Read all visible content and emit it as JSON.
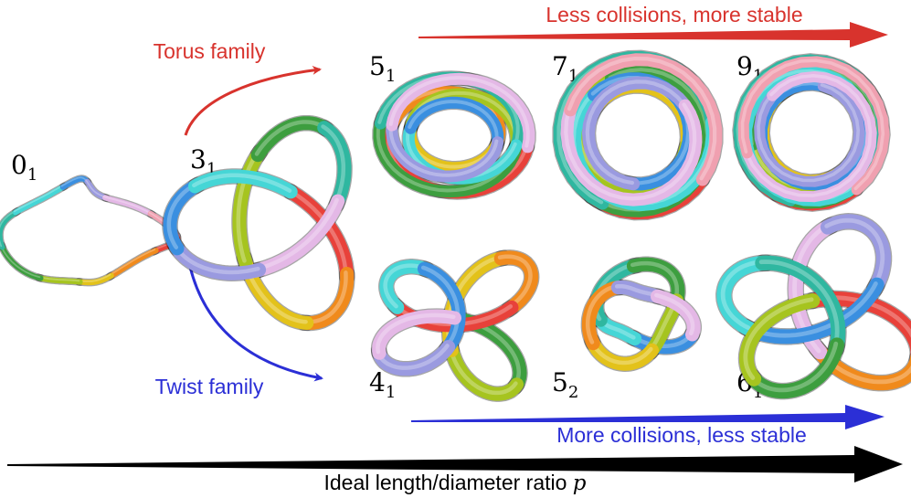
{
  "colors": {
    "torus": "#d8332d",
    "twist": "#2b2fd6",
    "axis": "#000000",
    "strand_palette": [
      "#e8413a",
      "#f08a1c",
      "#e3c21a",
      "#a6c41f",
      "#3d9e3f",
      "#2fb7a0",
      "#45d6d6",
      "#3a8fe0",
      "#9a9ae0",
      "#e4b8e6",
      "#f0a0b0"
    ]
  },
  "labels": {
    "torus_family": "Torus family",
    "twist_family": "Twist family",
    "top_arrow": "Less collisions, more stable",
    "bottom_arrow": "More collisions, less stable",
    "axis_text": "Ideal length/diameter ratio ",
    "axis_symbol": "p"
  },
  "knots": [
    {
      "id": "unknot",
      "main": "0",
      "sub": "1",
      "icon": "unknot-ring"
    },
    {
      "id": "trefoil",
      "main": "3",
      "sub": "1",
      "icon": "trefoil-knot"
    },
    {
      "id": "k5_1",
      "main": "5",
      "sub": "1",
      "icon": "torus-knot"
    },
    {
      "id": "k7_1",
      "main": "7",
      "sub": "1",
      "icon": "torus-knot"
    },
    {
      "id": "k9_1",
      "main": "9",
      "sub": "1",
      "icon": "torus-knot"
    },
    {
      "id": "k4_1",
      "main": "4",
      "sub": "1",
      "icon": "twist-knot"
    },
    {
      "id": "k5_2",
      "main": "5",
      "sub": "2",
      "icon": "twist-knot"
    },
    {
      "id": "k6_1",
      "main": "6",
      "sub": "1",
      "icon": "twist-knot"
    }
  ]
}
